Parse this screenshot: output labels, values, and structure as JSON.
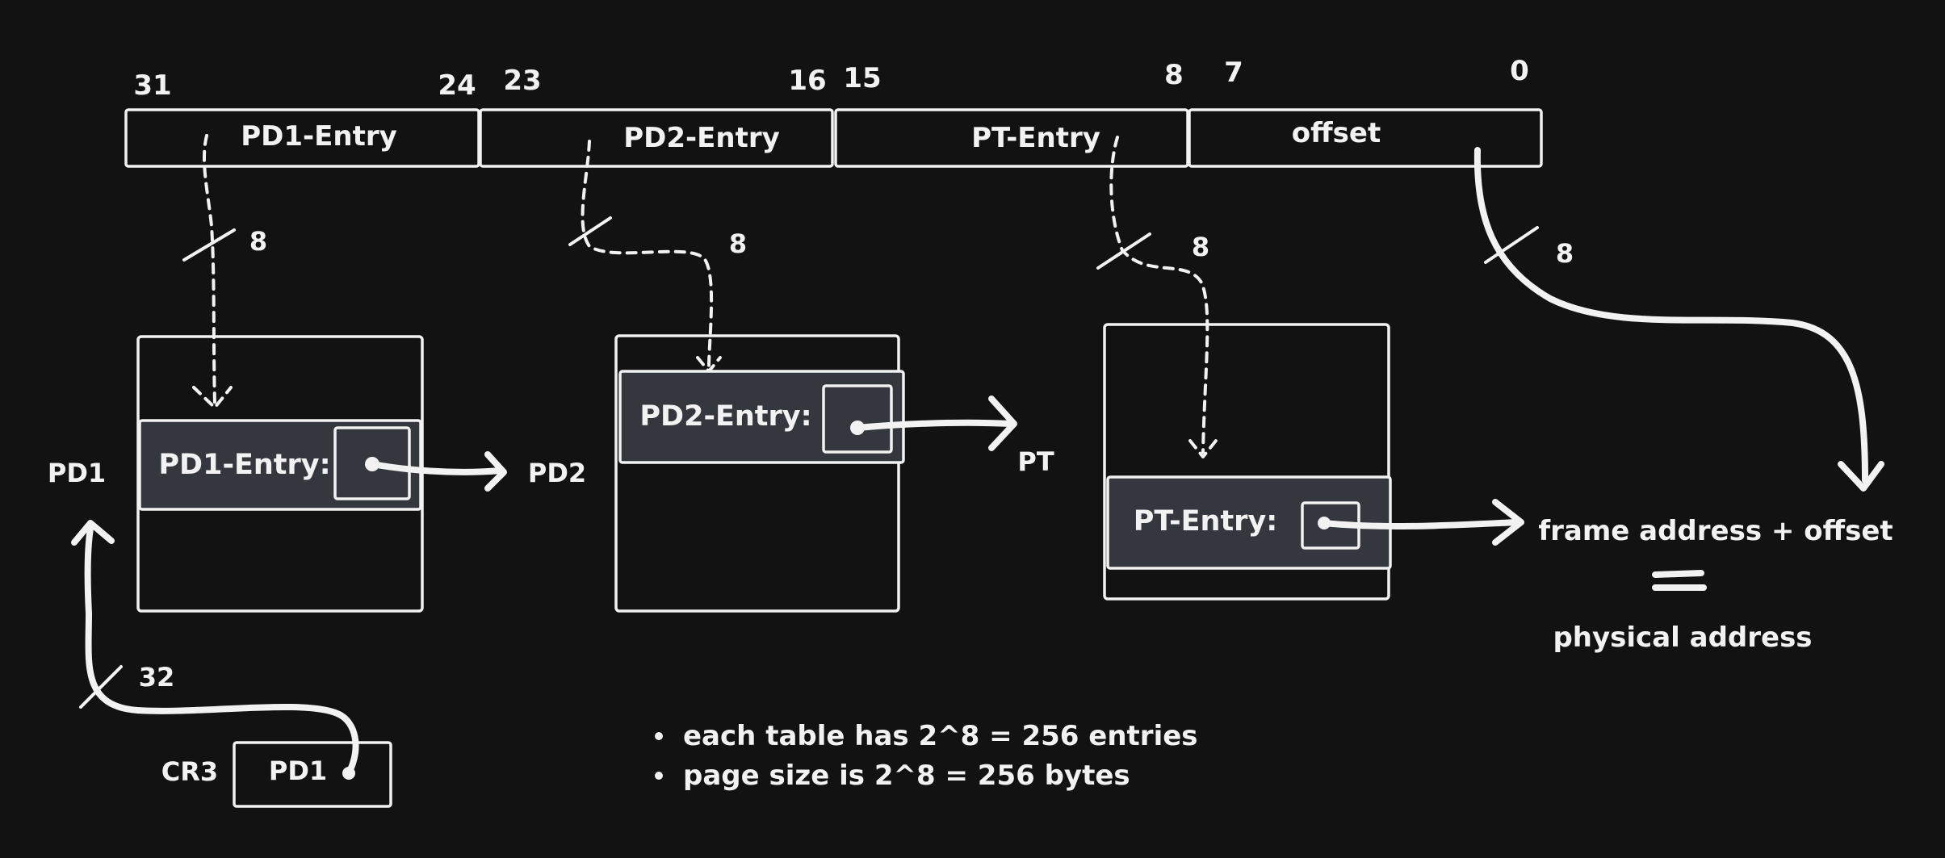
{
  "address_fields": [
    {
      "label": "PD1-Entry",
      "hi_bit": "31",
      "lo_bit": "24"
    },
    {
      "label": "PD2-Entry",
      "hi_bit": "23",
      "lo_bit": "16"
    },
    {
      "label": "PT-Entry",
      "hi_bit": "15",
      "lo_bit": "8"
    },
    {
      "label": "offset",
      "hi_bit": "7",
      "lo_bit": "0"
    }
  ],
  "field_widths": [
    "8",
    "8",
    "8",
    "8"
  ],
  "tables": [
    {
      "name": "PD1",
      "entry_label": "PD1-Entry:"
    },
    {
      "name": "PD2",
      "entry_label": "PD2-Entry:"
    },
    {
      "name": "PT",
      "entry_label": "PT-Entry:"
    }
  ],
  "cr3": {
    "register": "CR3",
    "value": "PD1",
    "width": "32"
  },
  "result": {
    "top": "frame address + offset",
    "equals": "=",
    "bottom": "physical address"
  },
  "notes": [
    "each table has 2^8 = 256 entries",
    "page size is 2^8 = 256 bytes"
  ]
}
